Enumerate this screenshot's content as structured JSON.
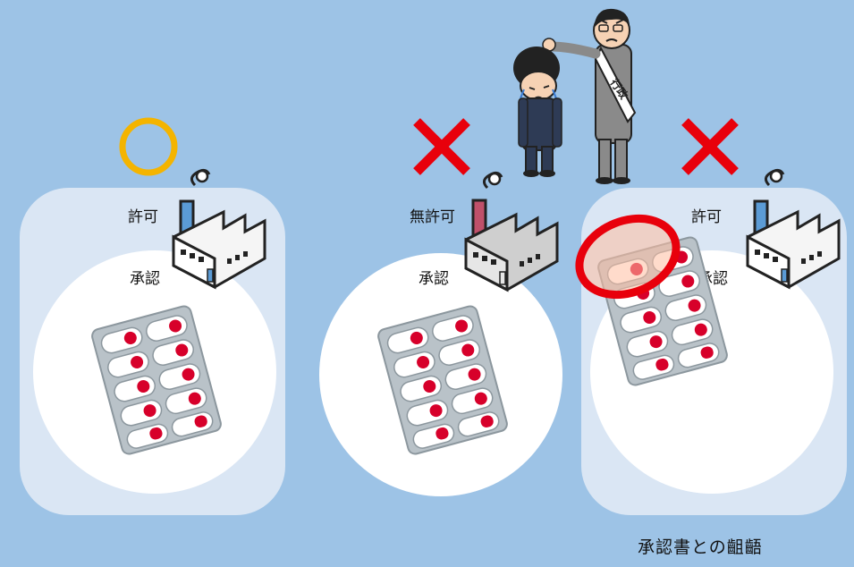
{
  "colors": {
    "background": "#9dc3e6",
    "panel": "#dae6f4",
    "ok_mark": "#f4b400",
    "ng_mark": "#e8000b",
    "highlight_ring": "#e8000b"
  },
  "panels": [
    {
      "mark": "ok",
      "factory_label": "許可",
      "approval_label": "承認",
      "chimney_color": "#5b9bd5"
    },
    {
      "mark": "ng",
      "factory_label": "無許可",
      "approval_label": "承認",
      "chimney_color": "#c0506a"
    },
    {
      "mark": "ng",
      "factory_label": "許可",
      "approval_label": "承認",
      "chimney_color": "#5b9bd5"
    }
  ],
  "caption": "承認書との齟齬",
  "sash_text": "行政",
  "icons": [
    "ok-circle-icon",
    "ng-cross-icon",
    "factory-icon",
    "pill-pack-icon",
    "bowing-men-icon"
  ]
}
